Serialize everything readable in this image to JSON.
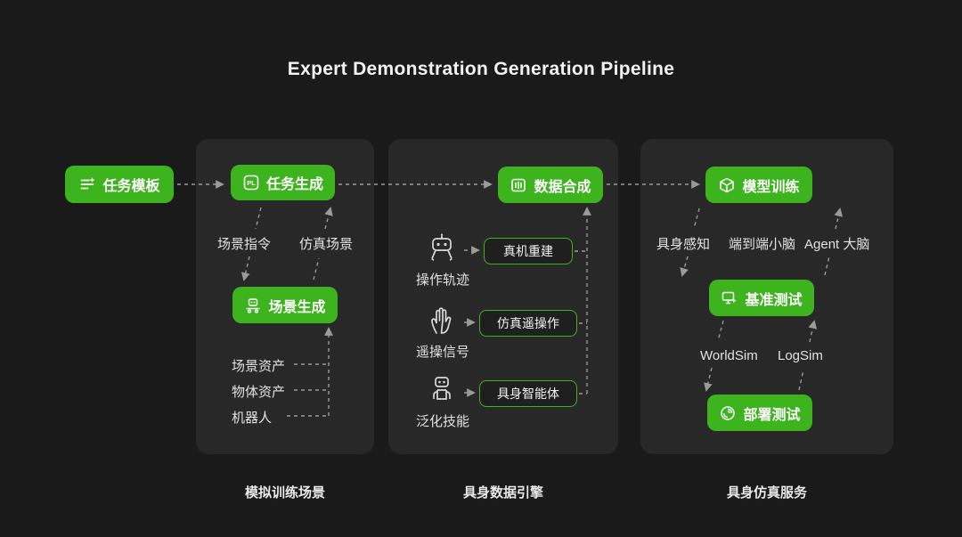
{
  "title": "Expert Demonstration Generation Pipeline",
  "colors": {
    "accent_green": "#3db41e",
    "background": "#1a1a1a",
    "panel": "#282828",
    "arrow": "#9a9a9a"
  },
  "start_node": {
    "label": "任务模板",
    "icon": "task-template-icon"
  },
  "panel1": {
    "caption": "模拟训练场景",
    "task_generation": "任务生成",
    "scene_generation": "场景生成",
    "labels": {
      "scene_instruction": "场景指令",
      "sim_scene": "仿真场景",
      "scene_assets": "场景资产",
      "object_assets": "物体资产",
      "robot": "机器人"
    },
    "icons": {
      "task_generation": "pl-file-icon",
      "scene_generation": "robot-conveyor-icon"
    }
  },
  "panel2": {
    "caption": "具身数据引擎",
    "data_synthesis": "数据合成",
    "icons": {
      "data_synthesis": "data-bars-icon"
    },
    "rows": [
      {
        "source": "操作轨迹",
        "source_icon": "robot-head-icon",
        "target": "真机重建"
      },
      {
        "source": "遥操信号",
        "source_icon": "glove-icon",
        "target": "仿真遥操作"
      },
      {
        "source": "泛化技能",
        "source_icon": "humanoid-robot-icon",
        "target": "具身智能体"
      }
    ]
  },
  "panel3": {
    "caption": "具身仿真服务",
    "model_training": "模型训练",
    "benchmark_test": "基准测试",
    "deploy_test": "部署测试",
    "labels": {
      "embodied_perception": "具身感知",
      "end_to_end_cerebellum": "端到端小脑",
      "agent_brain": "Agent 大脑",
      "worldsim": "WorldSim",
      "logsim": "LogSim"
    },
    "icons": {
      "model_training": "cube-icon",
      "benchmark_test": "monitor-cursor-icon",
      "deploy_test": "globe-swirl-icon"
    }
  }
}
